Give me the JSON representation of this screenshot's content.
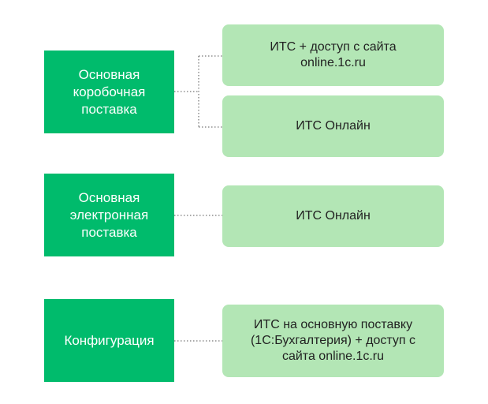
{
  "colors": {
    "left_box_bg": "#00bb6c",
    "left_box_text": "#ffffff",
    "right_box_bg": "#b3e6b5",
    "right_box_text": "#222222",
    "connector": "#555555"
  },
  "groups": [
    {
      "source": "Основная\nкоробочная\nпоставка",
      "targets": [
        "ИТС + доступ с сайта\nonline.1c.ru",
        "ИТС  Онлайн"
      ]
    },
    {
      "source": "Основная\nэлектронная\nпоставка",
      "targets": [
        "ИТС  Онлайн"
      ]
    },
    {
      "source": "Конфигурация",
      "targets": [
        "ИТС на основную поставку\n(1С:Бухгалтерия) + доступ с\nсайта online.1c.ru"
      ]
    }
  ]
}
